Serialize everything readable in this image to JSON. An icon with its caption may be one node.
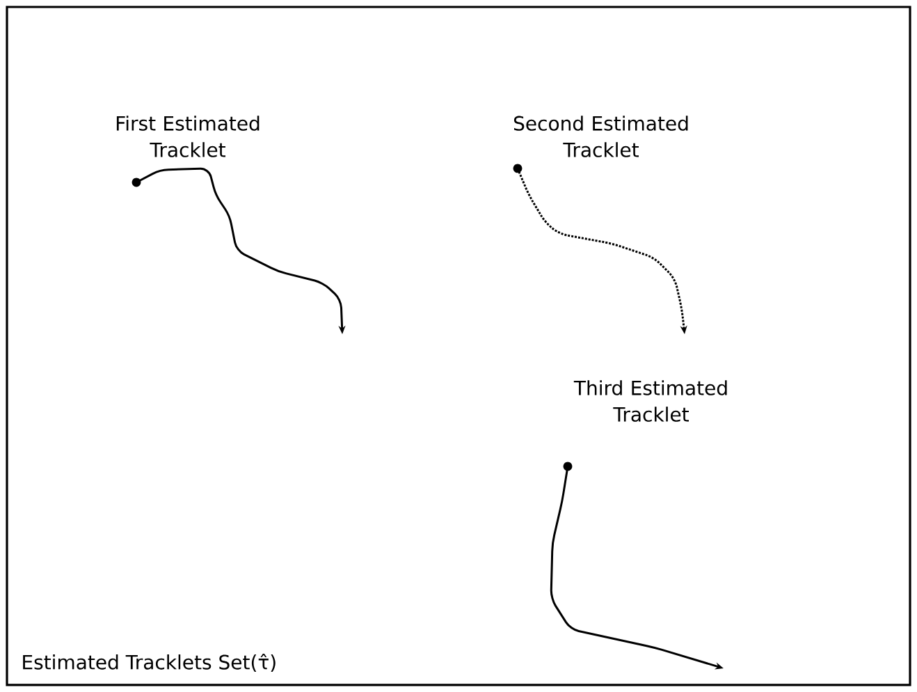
{
  "diagram": {
    "labels": [
      "First Estimated Tracklet",
      "Second Estimated Tracklet",
      "Third Estimated Tracklet",
      "Estimated Tracklets Set(τ̂)"
    ]
  }
}
